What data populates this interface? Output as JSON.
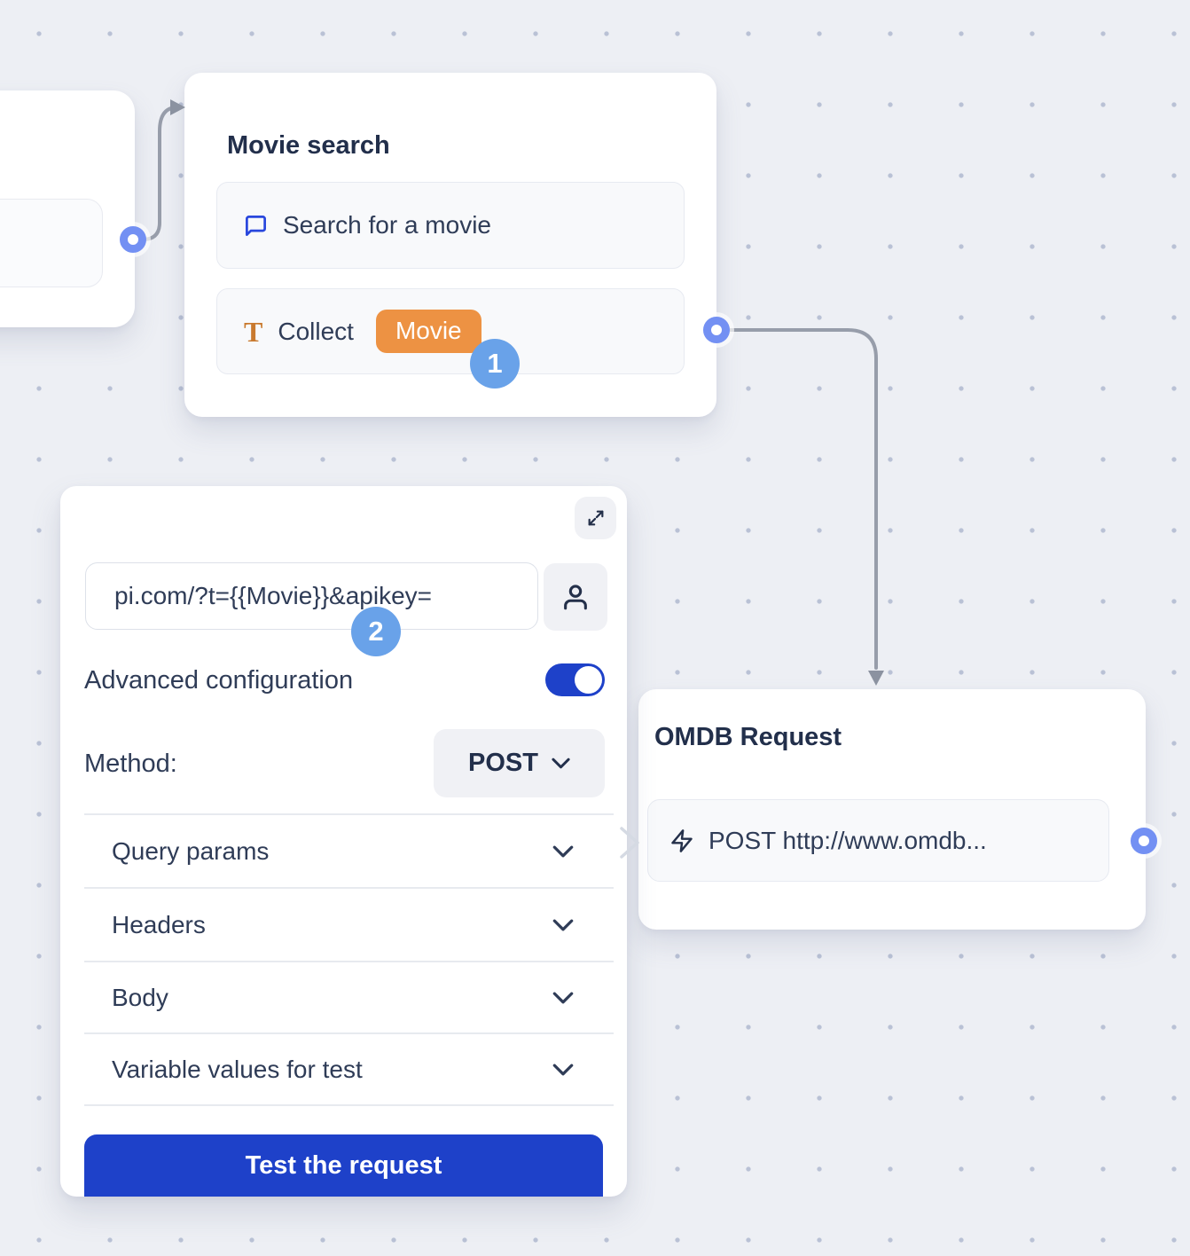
{
  "canvas": {
    "background": "#edeff4",
    "dot_color": "#b9c1d5"
  },
  "colors": {
    "accent_blue": "#1e41c9",
    "step_badge_blue": "#69a2e9",
    "variable_orange": "#ed9243",
    "connector_gray": "#979daa",
    "port_ring_blue": "#7390f3"
  },
  "movie_search_node": {
    "title": "Movie search",
    "items": [
      {
        "icon": "chat-bubble-icon",
        "label": "Search for a movie"
      },
      {
        "icon": "text-icon",
        "label": "Collect",
        "variable": "Movie"
      }
    ],
    "step_badge": "1"
  },
  "request_panel": {
    "url_value": "pi.com/?t={{Movie}}&apikey=",
    "advanced_label": "Advanced configuration",
    "method_label": "Method:",
    "method_value": "POST",
    "sections": [
      "Query params",
      "Headers",
      "Body",
      "Variable values for test"
    ],
    "test_button_label": "Test the request",
    "step_badge": "2"
  },
  "omdb_node": {
    "title": "OMDB Request",
    "item_label": "POST http://www.omdb..."
  }
}
